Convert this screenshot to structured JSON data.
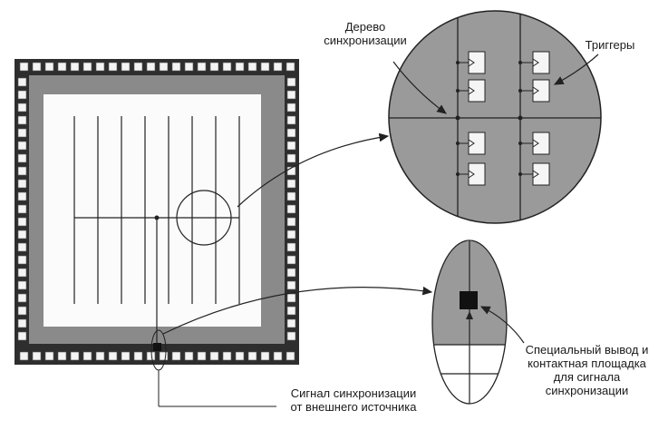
{
  "labels": {
    "clock_tree": "Дерево\nсинхронизации",
    "flip_flops": "Триггеры",
    "special_pin": "Специальный вывод и\nконтактная площадка\nдля сигнала\nсинхронизации",
    "external_clock": "Сигнал синхронизации\nот внешнего источника"
  },
  "colors": {
    "die_frame": "#2e2e2e",
    "core_border": "#7a7a7a",
    "core_fill": "#fbfbfb",
    "zoom_fill": "#9a9a9a",
    "line": "#222222",
    "pad": "#f4f4f4"
  }
}
